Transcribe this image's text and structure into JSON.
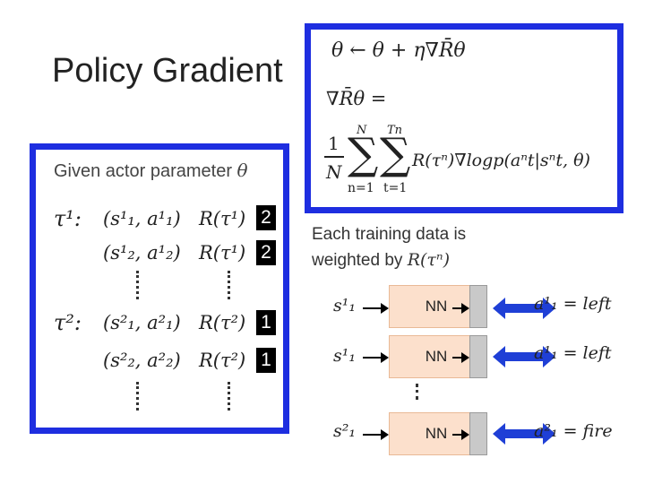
{
  "slide": {
    "title": "Policy Gradient"
  },
  "left_box": {
    "header": "Given actor parameter",
    "header_symbol": "θ",
    "rows": [
      {
        "traj": "τ¹:",
        "pair": "(s¹₁, a¹₁)",
        "reward": "R(τ¹)",
        "badge": "2"
      },
      {
        "traj": "",
        "pair": "(s¹₂, a¹₂)",
        "reward": "R(τ¹)",
        "badge": "2"
      },
      {
        "traj": "τ²:",
        "pair": "(s²₁, a²₁)",
        "reward": "R(τ²)",
        "badge": "1"
      },
      {
        "traj": "",
        "pair": "(s²₂, a²₂)",
        "reward": "R(τ²)",
        "badge": "1"
      }
    ]
  },
  "formula_box": {
    "update": "θ ← θ + η∇R̄θ",
    "grad_lhs": "∇R̄θ =",
    "frac_num": "1",
    "frac_den": "N",
    "sum1_top": "N",
    "sum1_bot": "n=1",
    "sum2_top": "Tn",
    "sum2_bot": "t=1",
    "sigma": "∑",
    "term": "R(τⁿ)∇logp(aⁿt|sⁿt, θ)"
  },
  "note": {
    "line1": "Each training data is",
    "line2_prefix": "weighted by",
    "line2_expr": "R(τⁿ)"
  },
  "training": [
    {
      "state": "s¹₁",
      "model": "NN",
      "action": "a¹₁ = left"
    },
    {
      "state": "s¹₁",
      "model": "NN",
      "action": "a¹₁ = left"
    },
    {
      "state": "s²₁",
      "model": "NN",
      "action": "a²₁ = fire"
    }
  ],
  "colors": {
    "box_border": "#1e2ee0",
    "nn_fill": "#fce0cc",
    "arrow_fill": "#1f3fd6"
  }
}
